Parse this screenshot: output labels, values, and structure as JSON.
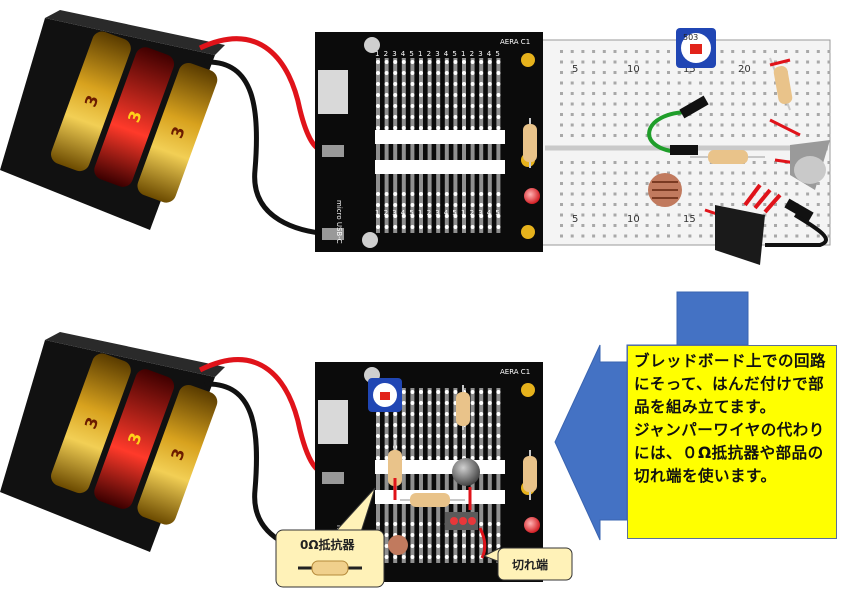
{
  "note": {
    "text": "ブレッドボード上での回路にそって、はんだ付けで部品を組み立てます。\nジャンパーワイヤの代わりには、０Ω抵抗器や部品の切れ端を使います。"
  },
  "callouts": {
    "zero_ohm_resistor": "0Ω抵抗器",
    "cut_lead": "切れ端"
  },
  "breadboard": {
    "column_labels": [
      "5",
      "10",
      "15",
      "20"
    ],
    "trimmer_marking": "503"
  },
  "board": {
    "brand": "AERA\nC1",
    "side_label": "micro USB-C",
    "row_numbers": [
      "1",
      "2",
      "3",
      "4",
      "5",
      "1",
      "2",
      "3",
      "4",
      "5",
      "1",
      "2",
      "3",
      "4",
      "5"
    ]
  },
  "colors": {
    "battery_gold": "#d8a21e",
    "battery_red": "#c8141b",
    "wire_red": "#e0131a",
    "wire_black": "#111111",
    "arrow_blue": "#4472c4",
    "note_yellow": "#ffff00",
    "board_black": "#0b0b0b",
    "breadboard_grey": "#f4f4f4",
    "jumper_green": "#1f9e2a",
    "led_red": "#e8373a"
  }
}
